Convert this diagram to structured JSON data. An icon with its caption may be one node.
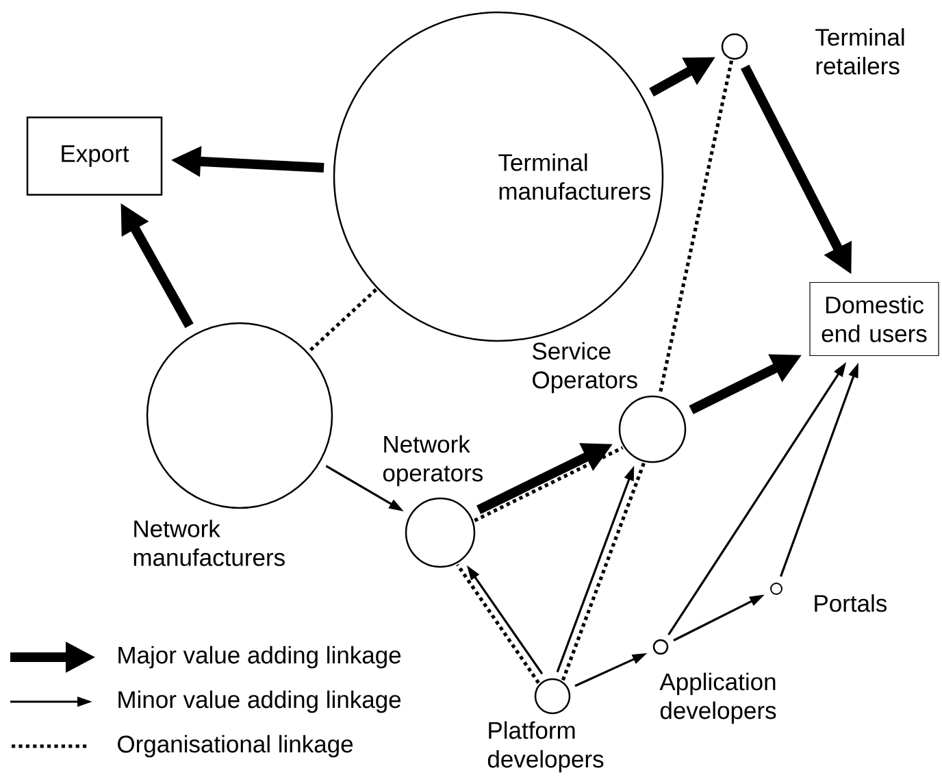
{
  "diagram": {
    "nodes": [
      {
        "text": [
          "Export"
        ]
      },
      {
        "text": [
          "Terminal manufacturers"
        ]
      },
      {
        "text": [
          "Terminal retailers"
        ]
      },
      {
        "text": [
          "Network manufacturers"
        ]
      },
      {
        "text": [
          "Domestic end users"
        ]
      },
      {
        "text": [
          "Service Operators"
        ]
      },
      {
        "text": [
          "Network operators"
        ]
      },
      {
        "text": [
          "Platform developers"
        ]
      },
      {
        "text": [
          "Application developers"
        ]
      },
      {
        "text": [
          "Portals"
        ]
      }
    ],
    "edges": [
      {
        "from": 1,
        "to": 0,
        "arrow": "to",
        "style": "thick"
      },
      {
        "from": 3,
        "to": 0,
        "arrow": "to",
        "style": "thick"
      },
      {
        "from": 1,
        "to": 2,
        "arrow": "to",
        "style": "thick"
      },
      {
        "from": 2,
        "to": 4,
        "arrow": "to",
        "style": "thick"
      },
      {
        "from": 1,
        "to": 3,
        "arrow": "none",
        "style": "dashed"
      },
      {
        "from": 2,
        "to": 5,
        "arrow": "none",
        "style": "dashed"
      },
      {
        "from": 3,
        "to": 6,
        "arrow": "to"
      },
      {
        "from": 6,
        "to": 5,
        "arrow": "none",
        "style": "dashed"
      },
      {
        "from": 6,
        "to": 5,
        "arrow": "to",
        "style": "thick"
      },
      {
        "from": 5,
        "to": 4,
        "arrow": "to",
        "style": "thick"
      },
      {
        "from": 7,
        "to": 6,
        "arrow": "to"
      },
      {
        "from": 7,
        "to": 6,
        "arrow": "none",
        "style": "dashed"
      },
      {
        "from": 7,
        "to": 5,
        "arrow": "none",
        "style": "dashed"
      },
      {
        "from": 7,
        "to": 5,
        "arrow": "to"
      },
      {
        "from": 7,
        "to": 8,
        "arrow": "to"
      },
      {
        "from": 8,
        "to": 4,
        "arrow": "to"
      },
      {
        "from": 8,
        "to": 9,
        "arrow": "to"
      },
      {
        "from": 9,
        "to": 4,
        "arrow": "to"
      }
    ],
    "legend": [
      {
        "text": "Major value adding linkage"
      },
      {
        "text": "Minor value adding linkage"
      },
      {
        "text": "Organisational linkage"
      }
    ]
  }
}
